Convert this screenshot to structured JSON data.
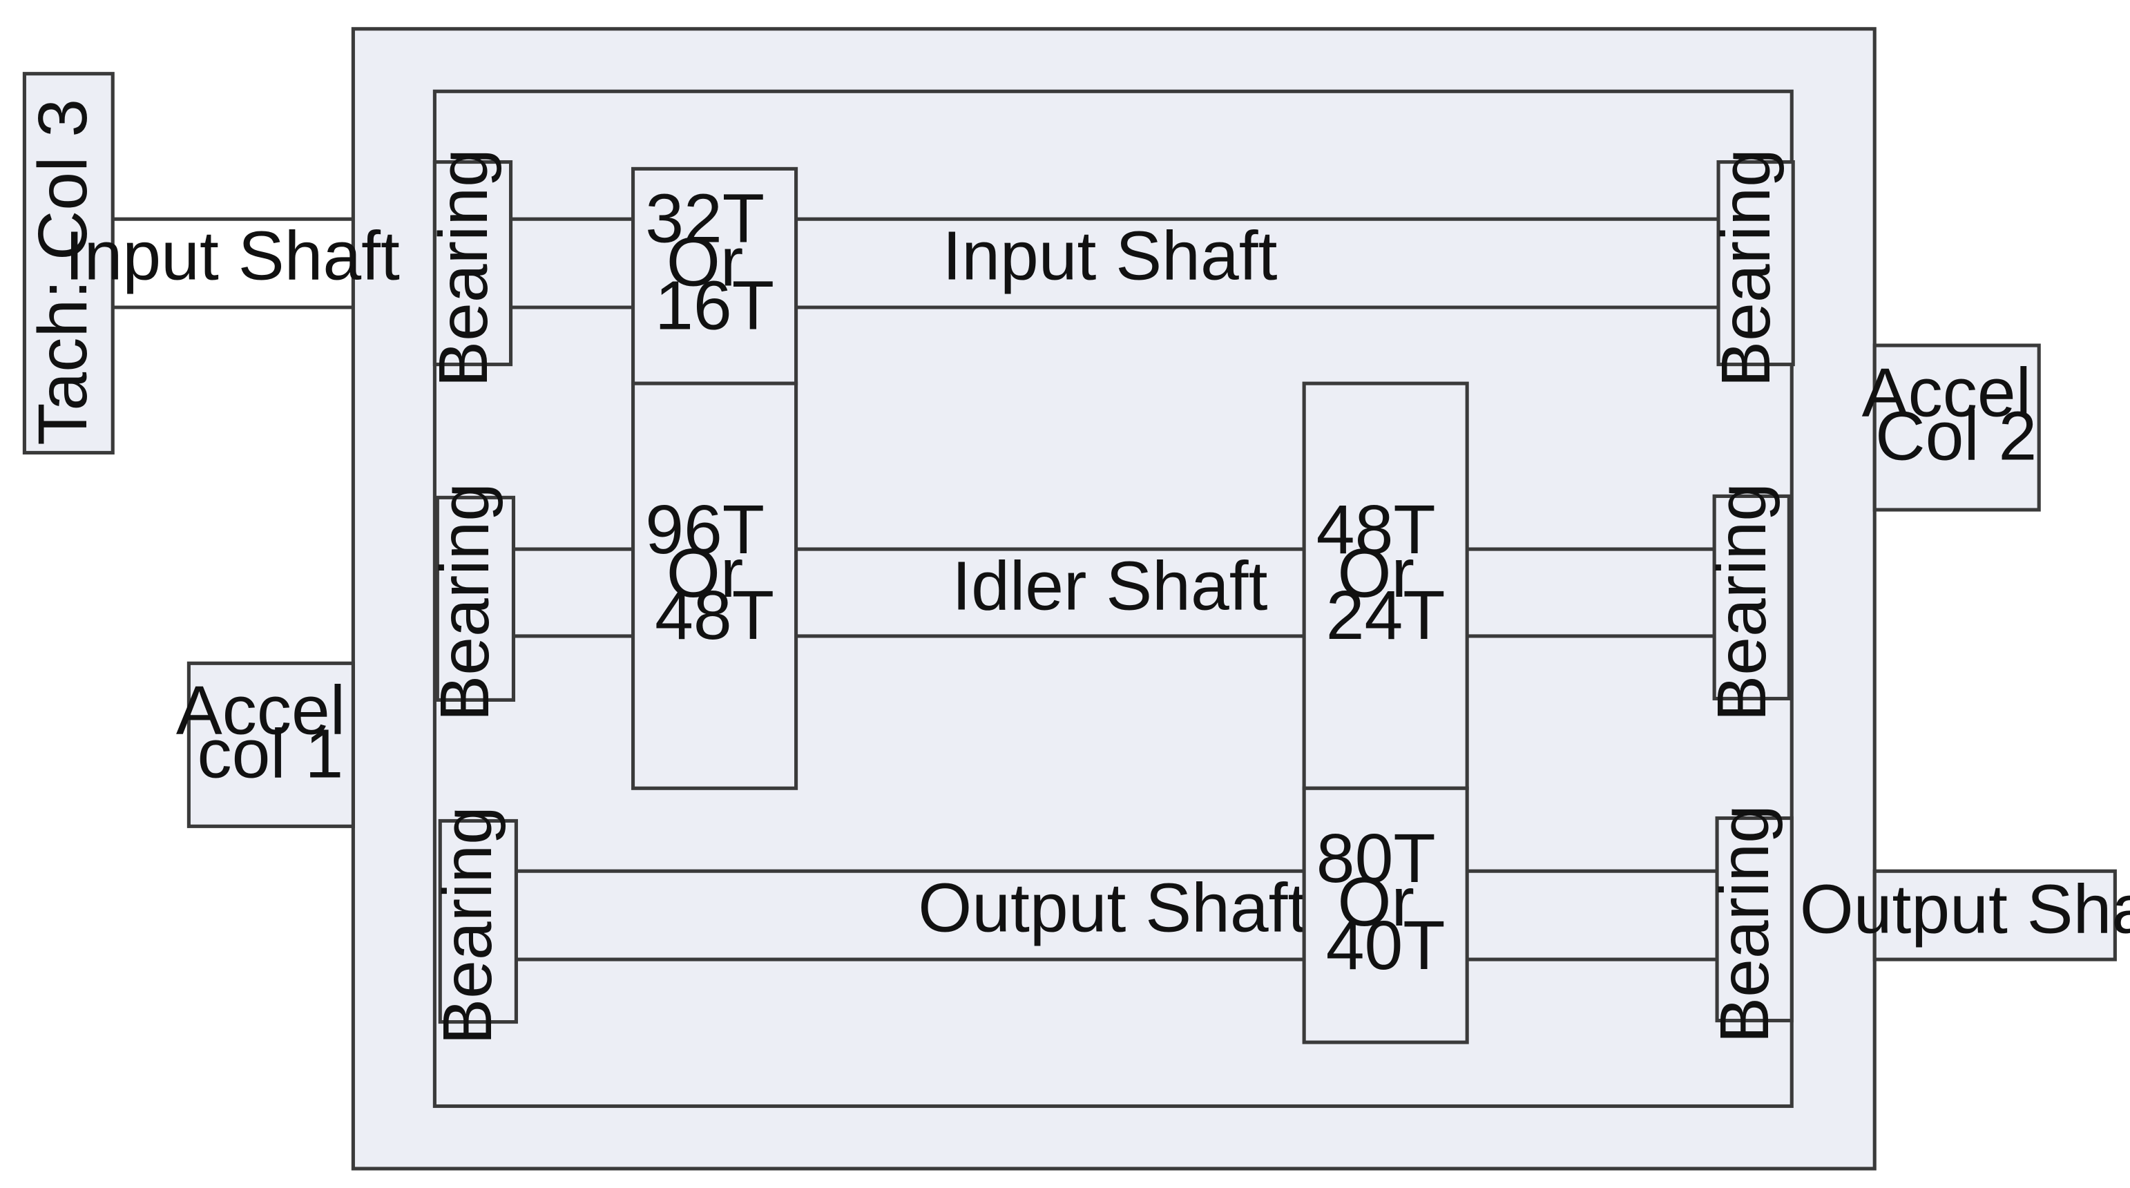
{
  "diagram": {
    "tach": "Tach: Col 3",
    "input_shaft_external": "Input Shaft",
    "accel_col1": [
      "Accel",
      "col 1"
    ],
    "accel_col2": [
      "Accel",
      "Col 2"
    ],
    "output_shaft_external": "Output Shaft",
    "bearing_label": "Bearing",
    "shafts": {
      "input": "Input Shaft",
      "idler": "Idler Shaft",
      "output": "Output Shaft"
    },
    "gears": {
      "input_gear": [
        "32T",
        "Or",
        "16T"
      ],
      "idler_left_gear": [
        "96T",
        "Or",
        "48T"
      ],
      "idler_right_gear": [
        "48T",
        "Or",
        "24T"
      ],
      "output_gear": [
        "80T",
        "Or",
        "40T"
      ]
    }
  }
}
